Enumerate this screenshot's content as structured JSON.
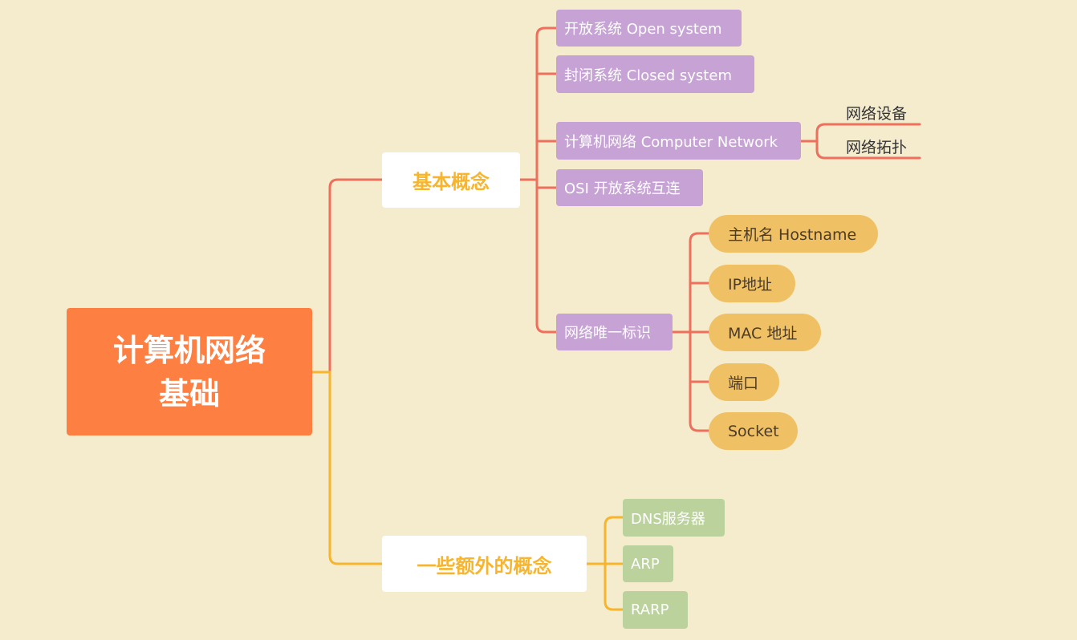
{
  "root": {
    "line1": "计算机网络",
    "line2": "基础"
  },
  "branch_basic": {
    "label": "基本概念",
    "children": [
      "开放系统 Open system",
      "封闭系统 Closed system",
      "计算机网络 Computer Network",
      "OSI 开放系统互连",
      "网络唯一标识"
    ],
    "network_children": [
      "网络设备",
      "网络拓扑"
    ],
    "identifier_children": [
      "主机名 Hostname",
      "IP地址",
      "MAC 地址",
      "端口",
      "Socket"
    ]
  },
  "branch_extra": {
    "label": "一些额外的概念",
    "children": [
      "DNS服务器",
      "ARP",
      "RARP"
    ]
  },
  "colors": {
    "background": "#f5ecce",
    "root": "#fe7f42",
    "branch_text": "#f7b52e",
    "line_basic": "#ee6f5c",
    "line_extra": "#f7b52e",
    "purple_node": "#c7a3d5",
    "orange_node": "#f0c164",
    "green_node": "#bcd29d"
  }
}
